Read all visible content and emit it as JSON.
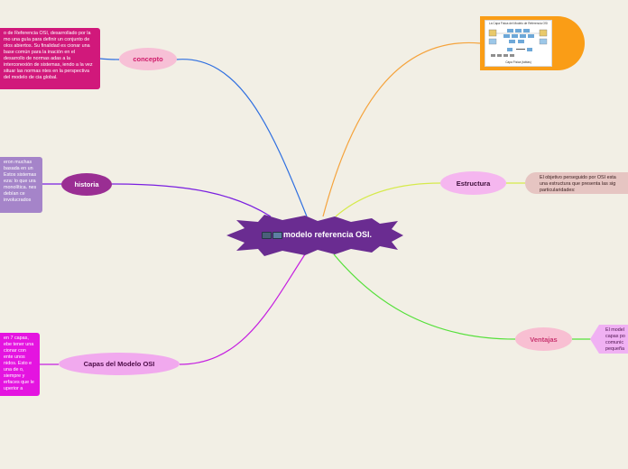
{
  "center": {
    "label": "modelo referencia OSI.",
    "icon": "computers-icon",
    "color": "#6a2c91"
  },
  "branches": {
    "concepto": {
      "label": "concepto",
      "note": "o de Referencia OSI, desarrollado por la mo una guía para definir un conjunto de olos abiertos. Su finalidad es cionar una base común para la inación en el desarrollo de normas adas a la interconexión de sistemas, iendo a la vez situar las normas ntes en la perspectiva del modelo de cia global."
    },
    "historia": {
      "label": "historia",
      "note": "eron muchas basada en un Estos sistemas eza: lo que ura monolítica. nes debían ce involucrados"
    },
    "capas": {
      "label": "Capas del Modelo OSI",
      "note": "en 7 capas, ebe tener una cionar con ente unos nidos. Esto e una de o, siempre y erfaces que le uperior a"
    },
    "estructura": {
      "label": "Estructura",
      "note": "El objetivo perseguido por OSI esta una estructura que presenta las sig particularidades:"
    },
    "ventajas": {
      "label": "Ventajas",
      "note": "El model capas po comunic pequeña"
    },
    "imagen": {
      "title": "La Capa Física del Modelo de Referencia OSI",
      "caption": "Capa Física (tablas)",
      "icon": "network-diagram-icon"
    }
  },
  "colors": {
    "background": "#f2efe5",
    "concepto_line": "#2f6fe0",
    "historia_line": "#7a1fe0",
    "capas_line": "#c51fe0",
    "imagen_line": "#f5a33c",
    "estructura_line": "#d6ea4b",
    "ventajas_line": "#55e03a"
  }
}
